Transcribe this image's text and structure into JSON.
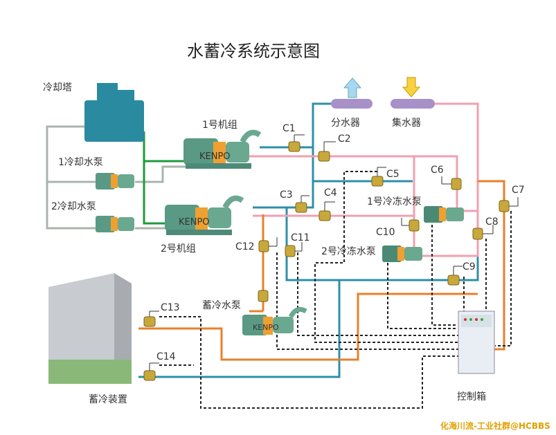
{
  "title": "水蓄冷系统示意图",
  "components": {
    "cooling_tower": "冷却塔",
    "unit_1": "1号机组",
    "unit_2": "2号机组",
    "cooling_pump_1": "1冷却水泵",
    "cooling_pump_2": "2冷却水泵",
    "distributor": "分水器",
    "collector": "集水器",
    "chilled_pump_1": "1号冷冻水泵",
    "chilled_pump_2": "2号冷冻水泵",
    "storage_pump": "蓄冷水泵",
    "storage_device": "蓄冷装置",
    "control_cabinet": "控制箱"
  },
  "valves": [
    "C1",
    "C2",
    "C3",
    "C4",
    "C5",
    "C6",
    "C7",
    "C8",
    "C9",
    "C10",
    "C11",
    "C12",
    "C13",
    "C14"
  ],
  "pump_brand": "KENPO",
  "watermark": "化海川流-工业社群@HCBBS",
  "colors": {
    "chilled_supply": "#2e8fa8",
    "chilled_return": "#f0a0b0",
    "cooling_supply": "#1e9a3c",
    "cooling_return": "#a8b4ac",
    "storage": "#e8802a",
    "control": "#222222",
    "pump": "#4e8a78",
    "header": "#a890c8"
  }
}
